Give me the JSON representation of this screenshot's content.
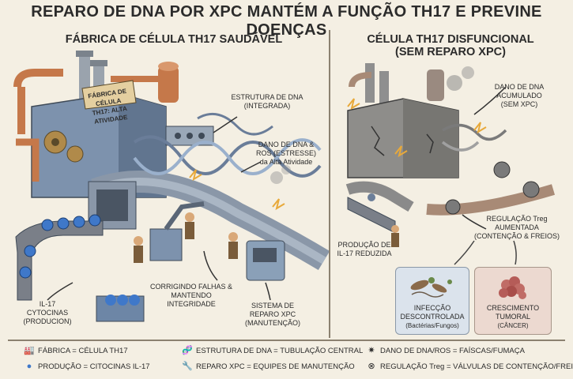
{
  "title": "REPARO DE DNA POR XPC MANTÉM A FUNÇÃO TH17 E PREVINE DOENÇAS",
  "left_panel": {
    "heading": "FÁBRICA DE CÉLULA TH17 SAUDÁVEL",
    "sign_line1": "FÁBRICA DE CÉLULA",
    "sign_line2": "TH17: ALTA ATIVIDADE",
    "dna_structure_line1": "ESTRUTURA DE DNA",
    "dna_structure_line2": "(INTEGRADA)",
    "dna_damage_line1": "DANO DE DNA &",
    "dna_damage_line2": "ROS (ESTRESSE)",
    "dna_damage_line3": "da Alta Atividade",
    "correcting_line1": "CORRIGINDO FALHAS &",
    "correcting_line2": "MANTENDO INTEGRIDADE",
    "cytokines_line1": "IL-17",
    "cytokines_line2": "CYTOCINAS",
    "cytokines_line3": "(PRODUCION)",
    "repair_line1": "SISTEMA DE",
    "repair_line2": "REPARO XPC",
    "repair_line3": "(MANUTENÇÃO)"
  },
  "right_panel": {
    "heading_line1": "CÉLULA TH17 DISFUNCIONAL",
    "heading_line2": "(SEM REPARO XPC)",
    "accum_line1": "DANO DE DNA",
    "accum_line2": "ACUMULADO",
    "accum_line3": "(SEM XPC)",
    "treg_line1": "REGULAÇÃO Treg",
    "treg_line2": "AUMENTADA",
    "treg_line3": "(CONTENÇÃO & FREIOS)",
    "il17_line1": "PRODUÇÃO DE",
    "il17_line2": "IL-17 REDUZIDA",
    "infection_line1": "INFECÇÃO",
    "infection_line2": "DESCONTROLADA",
    "infection_line3": "(Bactérias/Fungos)",
    "tumor_line1": "CRESCIMENTO",
    "tumor_line2": "TUMORAL",
    "tumor_line3": "(CÂNCER)"
  },
  "legend": [
    {
      "icon": "factory-icon",
      "text": "FÁBRICA = CÉLULA TH17"
    },
    {
      "icon": "dna-icon",
      "text": "ESTRUTURA DE DNA = TUBULAÇÃO CENTRAL"
    },
    {
      "icon": "sparks-icon",
      "text": "DANO DE DNA/ROS = FAÍSCAS/FUMAÇA"
    },
    {
      "icon": "spheres-icon",
      "text": "PRODUÇÃO = CITOCINAS IL-17"
    },
    {
      "icon": "wrench-icon",
      "text": "REPARO XPC = EQUIPES DE MANUTENÇÃO"
    },
    {
      "icon": "valve-icon",
      "text": "REGULAÇÃO Treg = VÁLVULAS DE CONTENÇÃO/FREIOS"
    }
  ],
  "colors": {
    "background": "#f4efe3",
    "factory_blue": "#7d92ad",
    "copper": "#c5784a",
    "spheres": "#3f78c9",
    "infection_box": "#dbe3ec",
    "tumor_box": "#ecd9d0"
  }
}
